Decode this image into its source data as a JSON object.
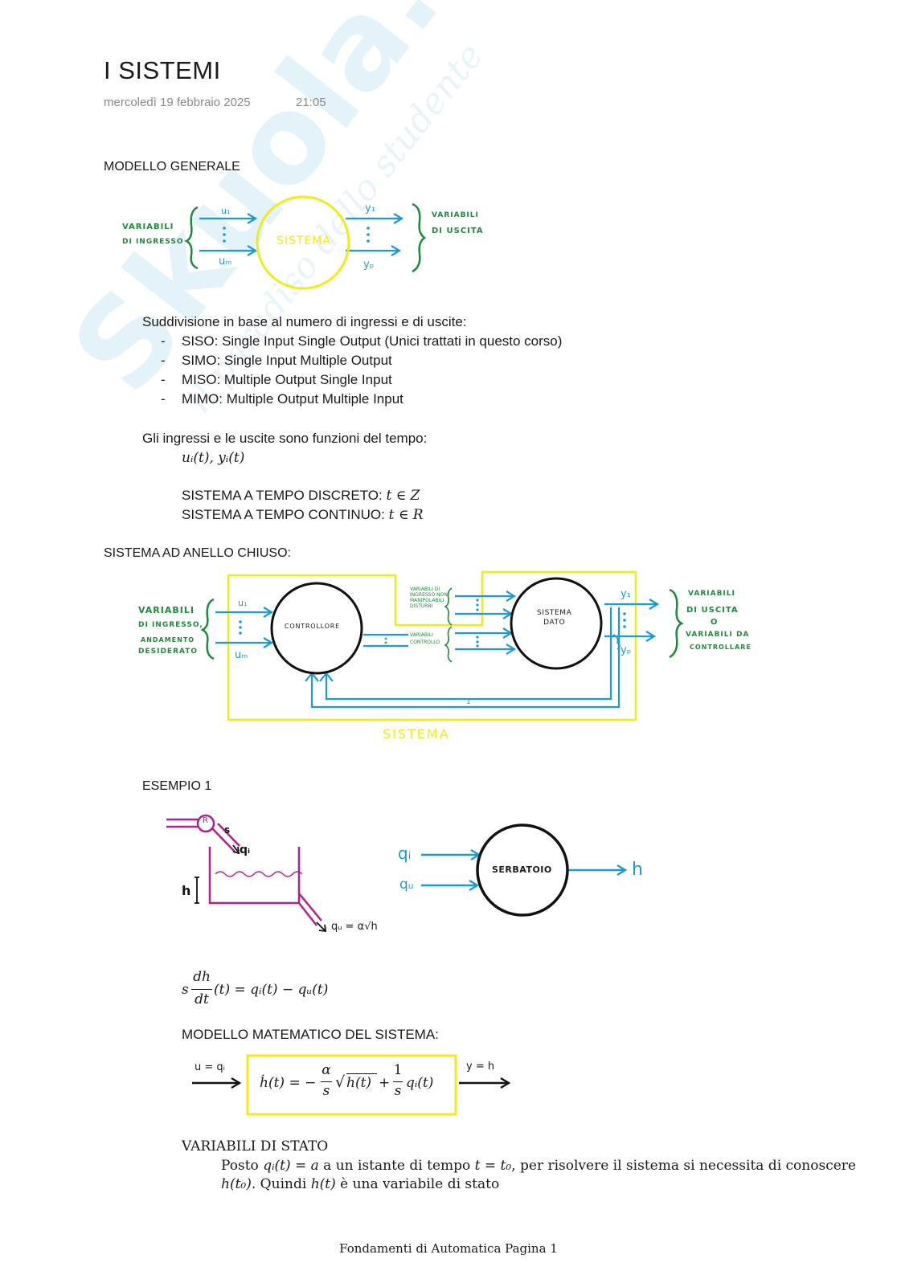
{
  "page": {
    "title": "I SISTEMI",
    "date": "mercoledì 19 febbraio 2025",
    "time": "21:05"
  },
  "watermark": {
    "brand": "Skuola.net",
    "tagline": "il paradiso dello studente"
  },
  "section1": {
    "heading": "MODELLO GENERALE",
    "diagram": {
      "inputs_label_1": "VARIABILI",
      "inputs_label_2": "DI INGRESSO",
      "u1": "u₁",
      "um": "uₘ",
      "system": "SISTEMA",
      "y1": "y₁",
      "yp": "yₚ",
      "outputs_label_1": "VARIABILI",
      "outputs_label_2": "DI USCITA"
    },
    "intro": "Suddivisione in base al numero di ingressi e di uscite:",
    "bullets": [
      "SISO: Single Input Single Output (Unici trattati in questo corso)",
      "SIMO: Single Input Multiple Output",
      "MISO: Multiple Output Single Input",
      "MIMO: Multiple Output Multiple Input"
    ],
    "functions_intro": "Gli ingressi e le uscite sono funzioni del tempo:",
    "functions_formula": "uᵢ(t), yᵢ(t)",
    "discrete_label": "SISTEMA A TEMPO DISCRETO: ",
    "discrete_math": "t ∈ Z",
    "continuous_label": "SISTEMA A TEMPO CONTINUO: ",
    "continuous_math": "t ∈ R"
  },
  "section2": {
    "heading": "SISTEMA AD ANELLO CHIUSO:",
    "diagram": {
      "in_1": "VARIABILI",
      "in_2": "DI INGRESSO,",
      "in_3": "ANDAMENTO",
      "in_4": "DESIDERATO",
      "u1": "u₁",
      "um": "uₘ",
      "controller": "CONTROLLORE",
      "disturb_1": "VARIABILI DI",
      "disturb_2": "INGRESSO NON",
      "disturb_3": "MANIPOLABILI",
      "disturb_4": "DISTURBI",
      "control_1": "VARIABILI",
      "control_2": "CONTROLLO",
      "plant_1": "SISTEMA",
      "plant_2": "DATO",
      "y1": "y₁",
      "yp": "yₚ",
      "out_1": "VARIABILI",
      "out_2": "DI USCITA",
      "out_3": "O",
      "out_4": "VARIABILI DA",
      "out_5": "CONTROLLARE",
      "feedback_mark": "1",
      "system_label": "SISTEMA"
    }
  },
  "section3": {
    "heading": "ESEMPIO 1",
    "tank": {
      "valve": "R",
      "s": "s",
      "qi": "qᵢ",
      "h": "h",
      "qu": "qᵤ = α√h"
    },
    "block": {
      "qi": "qᵢ",
      "qu": "qᵤ",
      "name": "SERBATOIO",
      "h": "h"
    },
    "equation_lhs_s": "s",
    "equation_num": "dh",
    "equation_den": "dt",
    "equation_rhs": "(t) = qᵢ(t) − qᵤ(t)",
    "model_heading": "MODELLO MATEMATICO DEL SISTEMA:",
    "model": {
      "input": "u = qᵢ",
      "output": "y = h",
      "lhs": "ḣ(t) = −",
      "frac1_num": "α",
      "frac1_den": "s",
      "sqrt": "h(t)",
      "plus": "+",
      "frac2_num": "1",
      "frac2_den": "s",
      "tail": "qᵢ(t)"
    },
    "state_heading": "VARIABILI DI STATO",
    "state_line1_a": "Posto ",
    "state_line1_m1": "qᵢ(t) = a",
    "state_line1_b": " a un istante di tempo ",
    "state_line1_m2": "t = t₀",
    "state_line1_c": ", per risolvere il sistema si necessita di conoscere",
    "state_line2_m1": "h(t₀)",
    "state_line2_b": ". Quindi ",
    "state_line2_m2": "h(t)",
    "state_line2_c": " è una variabile di stato"
  },
  "footer": "Fondamenti di Automatica Pagina 1",
  "colors": {
    "yellow": "#f2ea1a",
    "blue": "#1a9ad6",
    "green": "#1f8a3c",
    "magenta": "#b0218f",
    "watermark": "#cfe8f5"
  }
}
